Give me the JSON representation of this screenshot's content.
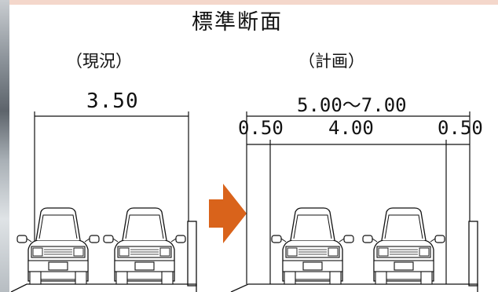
{
  "title": "標準断面",
  "current": {
    "label": "（現況）",
    "width": "3.50"
  },
  "planned": {
    "label": "（計画）",
    "total_width": "5.00～7.00",
    "left_margin": "0.50",
    "lane_width": "4.00",
    "right_margin": "0.50"
  },
  "colors": {
    "arrow": "#d9631b",
    "top_band": "#f4d7cb"
  },
  "icons": [
    "car-front-icon",
    "arrow-right-icon"
  ]
}
